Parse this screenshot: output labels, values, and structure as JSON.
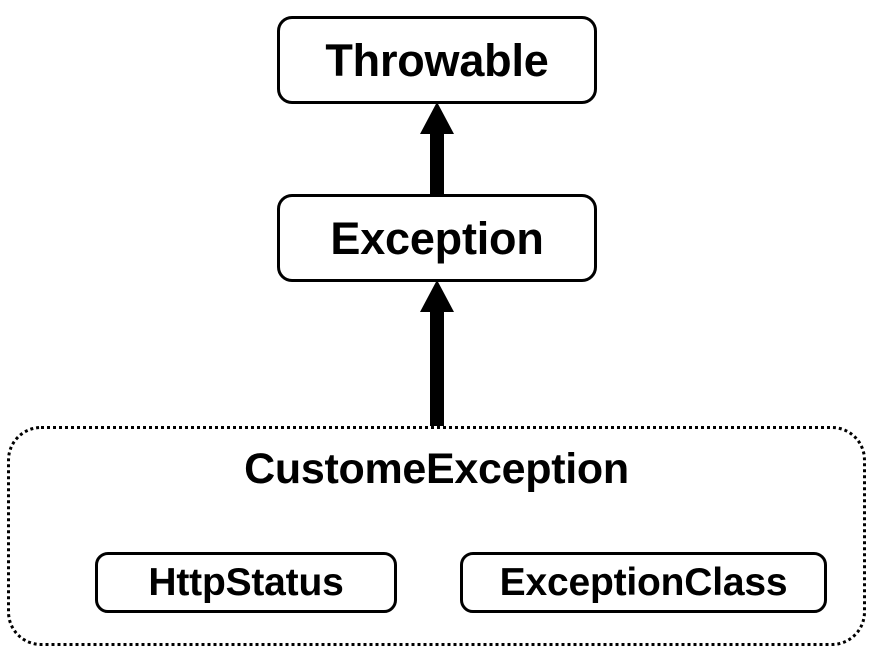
{
  "diagram": {
    "type": "class-hierarchy",
    "background_color": "#ffffff",
    "stroke_color": "#000000",
    "nodes": {
      "throwable": {
        "label": "Throwable"
      },
      "exception": {
        "label": "Exception"
      },
      "custom_exception": {
        "label": "CustomeException"
      },
      "http_status": {
        "label": "HttpStatus"
      },
      "exception_class": {
        "label": "ExceptionClass"
      }
    },
    "edges": [
      {
        "from": "Exception",
        "to": "Throwable",
        "style": "solid-filled-arrow",
        "direction": "up"
      },
      {
        "from": "CustomeException",
        "to": "Exception",
        "style": "solid-filled-arrow",
        "direction": "up"
      }
    ]
  }
}
